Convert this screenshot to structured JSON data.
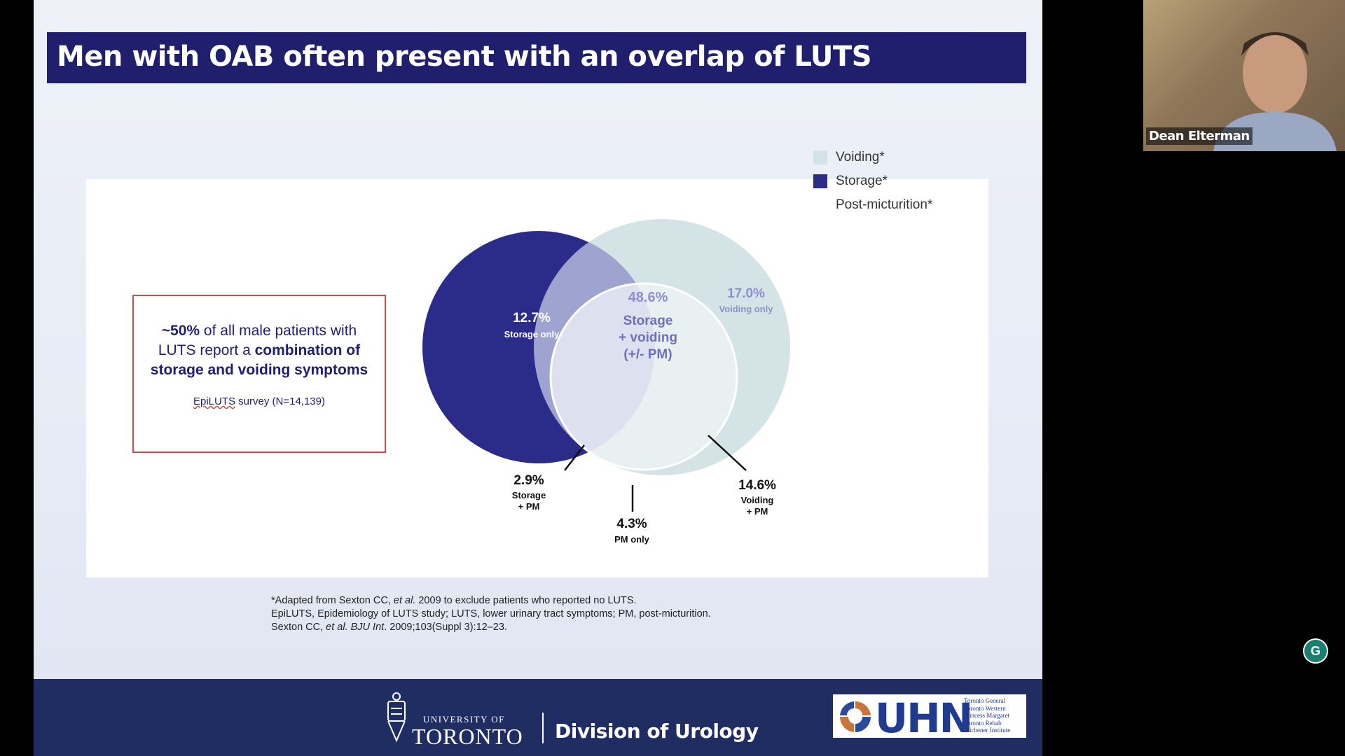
{
  "slide": {
    "title": "Men with OAB often present with an overlap of LUTS"
  },
  "callout": {
    "line_pct": "~50%",
    "line_a": " of all male patients with LUTS report a ",
    "line_bold": "combination of storage and voiding symptoms",
    "source_squiggle": "EpiLUTS",
    "source_rest": " survey (N=14,139)"
  },
  "venn": {
    "storage_only_pct": "12.7%",
    "storage_only_label": "Storage only",
    "center_pct": "48.6%",
    "center_label_1": "Storage",
    "center_label_2": "+ voiding",
    "center_label_3": "(+/- PM)",
    "voiding_only_pct": "17.0%",
    "voiding_only_label": "Voiding only",
    "storage_pm_pct": "2.9%",
    "storage_pm_label_1": "Storage",
    "storage_pm_label_2": "+ PM",
    "pm_only_pct": "4.3%",
    "pm_only_label": "PM only",
    "voiding_pm_pct": "14.6%",
    "voiding_pm_label_1": "Voiding",
    "voiding_pm_label_2": "+ PM"
  },
  "legend": {
    "items": [
      {
        "label": "Voiding*",
        "color": "#d4e3e6"
      },
      {
        "label": "Storage*",
        "color": "#2b2b8a"
      },
      {
        "label": "Post-micturition*",
        "color": "#ffffff"
      }
    ]
  },
  "footnote": {
    "line1_a": "*Adapted from Sexton CC, ",
    "line1_i": "et al.",
    "line1_b": " 2009 to exclude patients who reported no LUTS.",
    "line2": "EpiLUTS, Epidemiology of LUTS study; LUTS, lower urinary tract symptoms; PM, post-micturition.",
    "line3_a": "Sexton CC, ",
    "line3_i": "et al. BJU Int",
    "line3_b": ". 2009;103(Suppl 3):12–23."
  },
  "footer": {
    "uoft_line1": "UNIVERSITY OF",
    "uoft_line2": "TORONTO",
    "division": "Division of Urology",
    "uhn": "UHN",
    "uhn_sites": [
      "Toronto General",
      "Toronto Western",
      "Princess Margaret",
      "Toronto Rehab",
      "Michener Institute"
    ]
  },
  "video": {
    "participant_name": "Dean Elterman"
  },
  "colors": {
    "title_bar": "#1f1f6e",
    "storage": "#2b2b8a",
    "voiding": "#d4e3e6",
    "footer": "#1f2d63",
    "callout_border": "#c0504d"
  },
  "icons": {
    "floating_button": "grammarly-icon"
  }
}
